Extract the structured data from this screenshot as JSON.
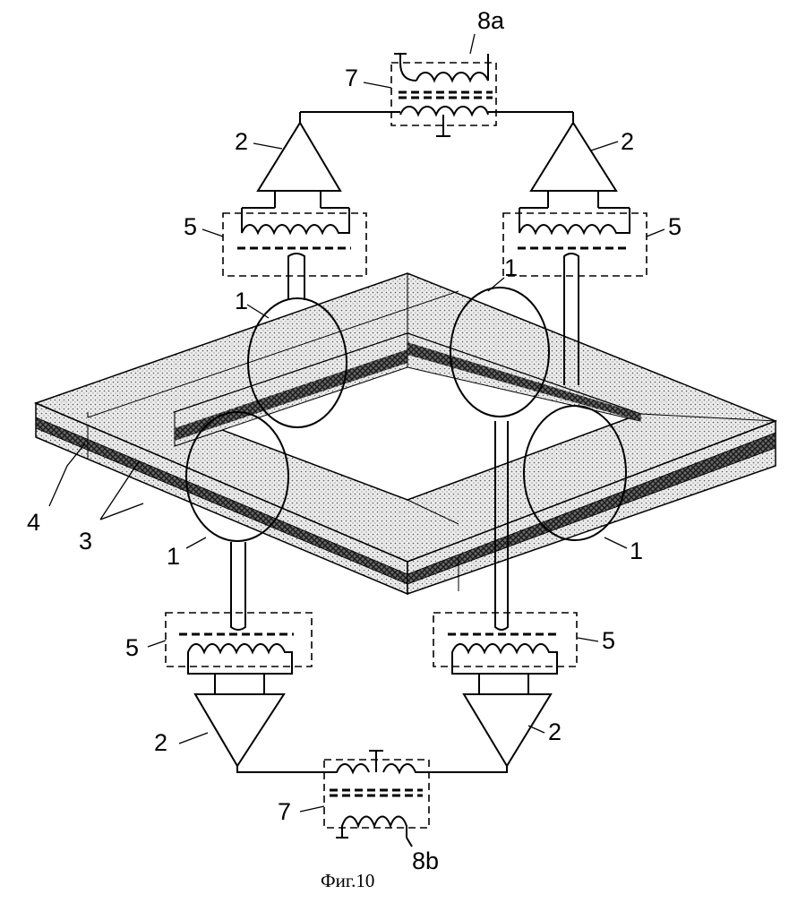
{
  "labels": {
    "top_transformer_out": "8a",
    "bottom_transformer_out": "8b",
    "transformer": "7",
    "amplifier": "2",
    "coupler": "5",
    "coil": "1",
    "outer_layers": "3",
    "middle_layer": "4"
  },
  "caption": "Фиг.10"
}
